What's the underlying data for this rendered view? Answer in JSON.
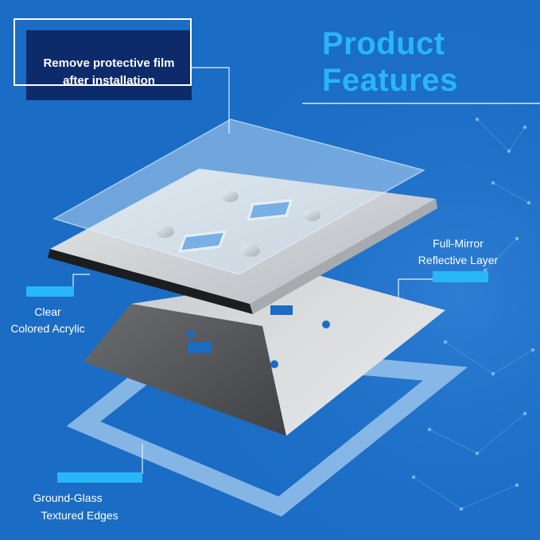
{
  "title": {
    "line1": "Product",
    "line2": "Features"
  },
  "notice": {
    "line1": "Remove protective film",
    "line2": "after installation"
  },
  "callouts": {
    "acrylic": {
      "line1": "Clear",
      "line2": "Colored Acrylic"
    },
    "mirror": {
      "line1": "Full-Mirror",
      "line2": "Reflective Layer"
    },
    "edges": {
      "line1": "Ground-Glass",
      "line2": "Textured Edges"
    }
  },
  "colors": {
    "background": "#1a6cc4",
    "title": "#29b6f6",
    "notice_box": "#0d2b6b",
    "callout_marker": "#29b6f6"
  }
}
